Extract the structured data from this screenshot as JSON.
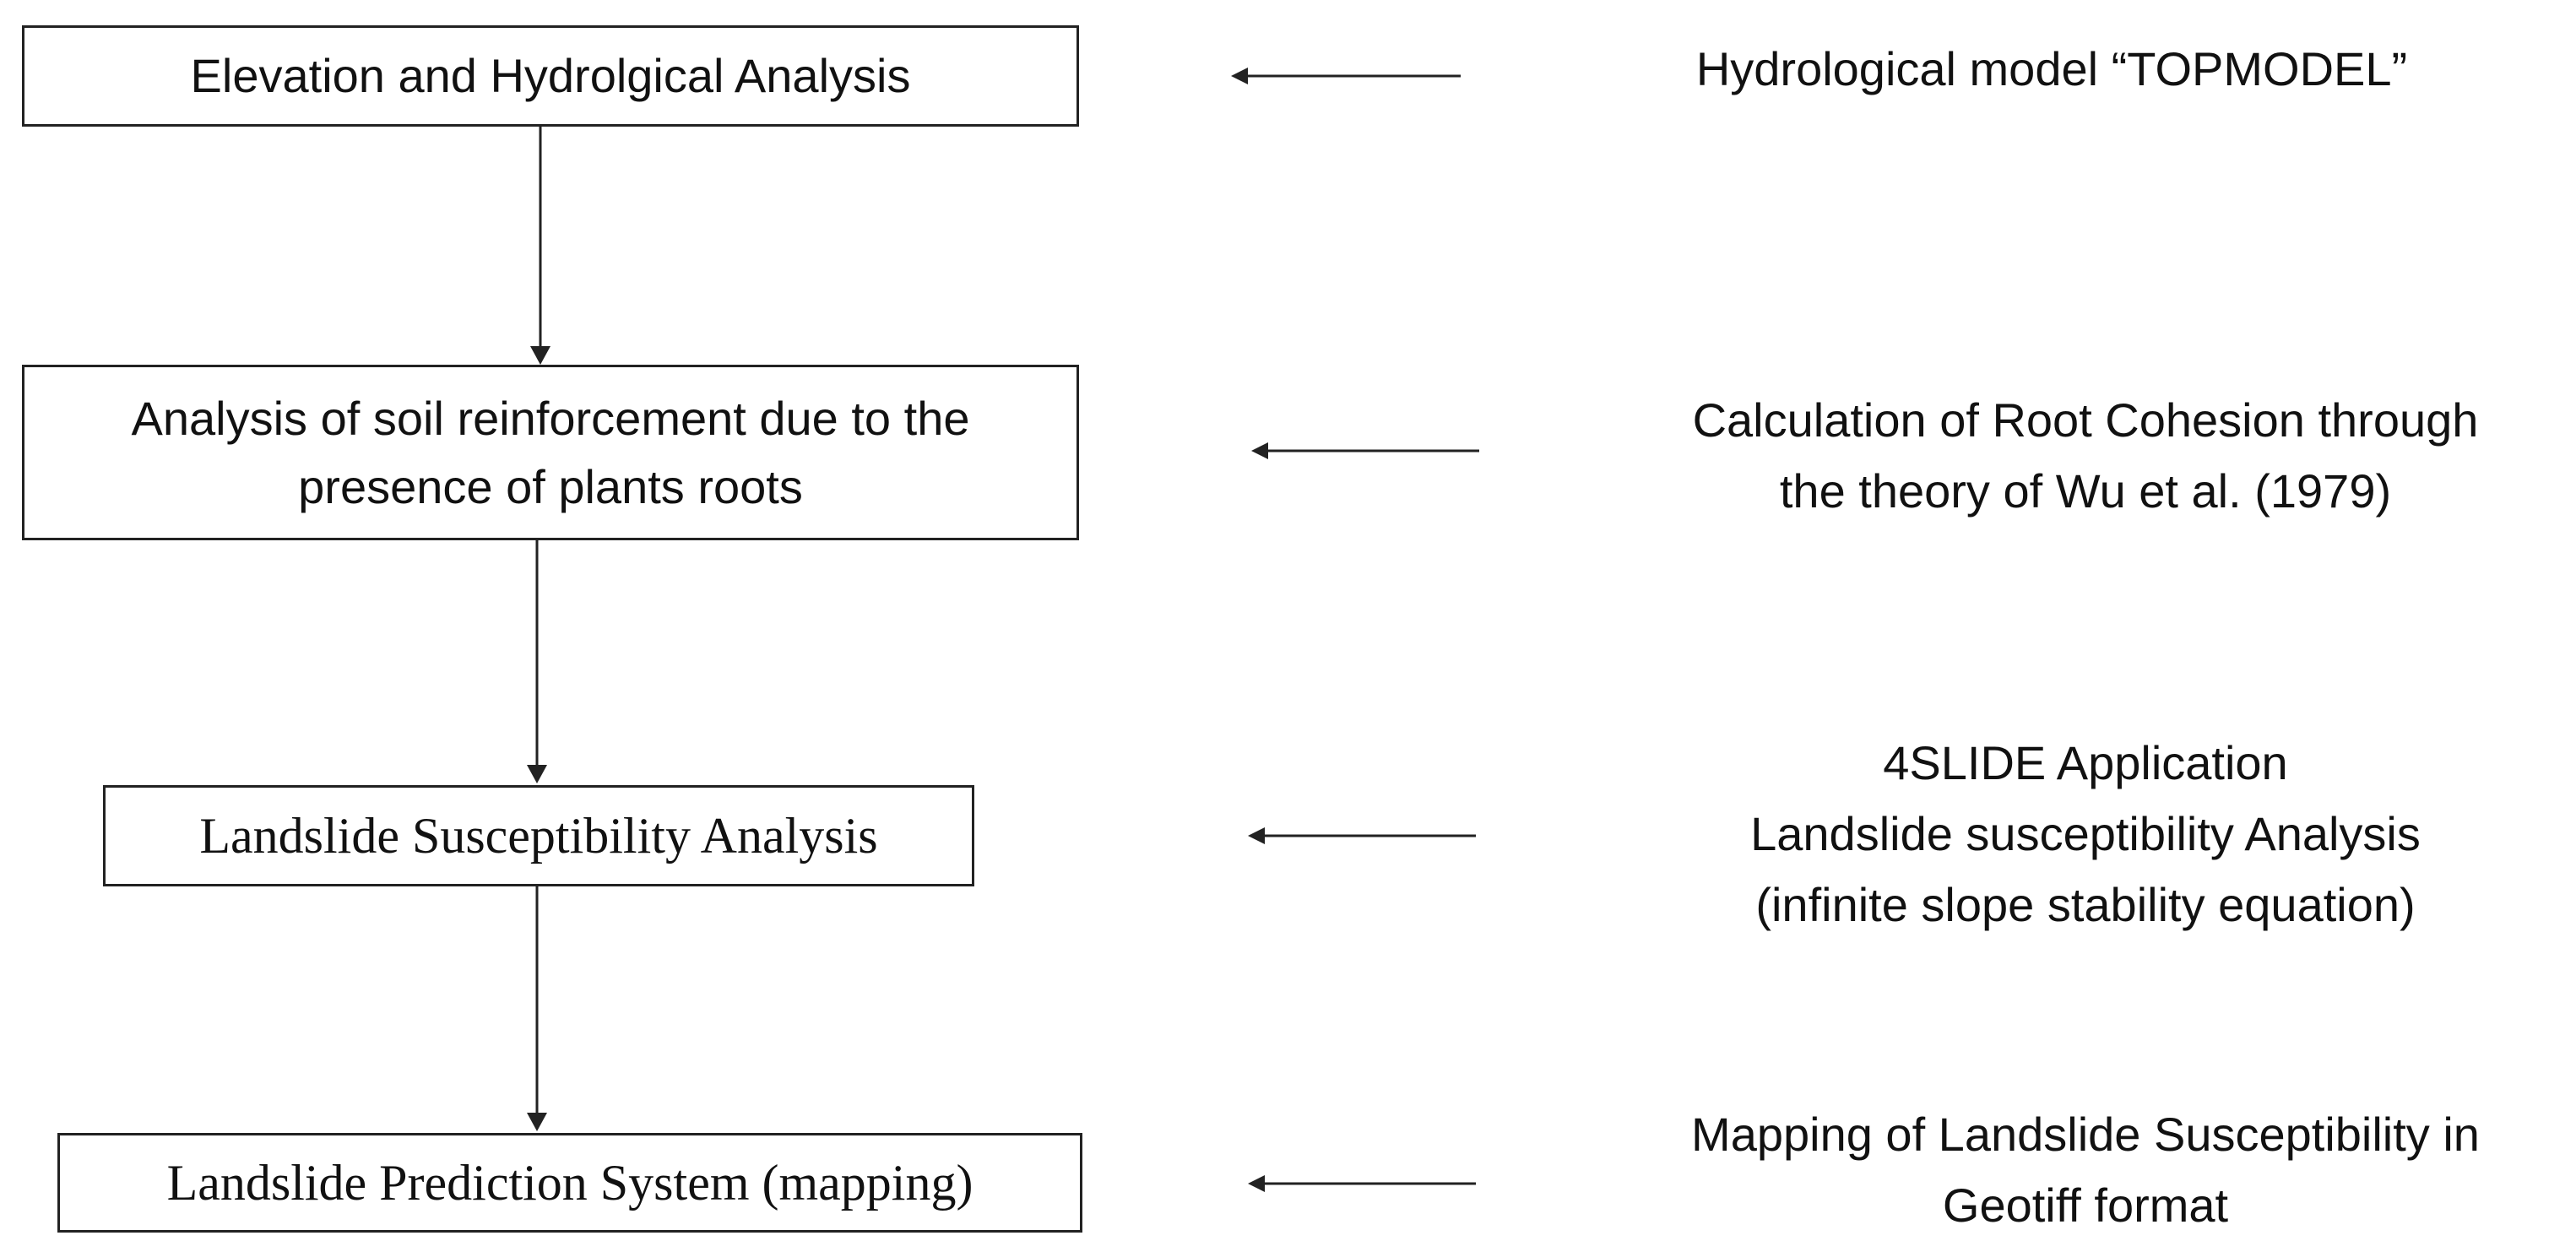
{
  "steps": [
    {
      "lines": [
        "Elevation and Hydrolgical Analysis"
      ]
    },
    {
      "lines": [
        "Analysis of soil reinforcement due to the",
        "presence of plants roots"
      ]
    },
    {
      "lines": [
        "Landslide Susceptibility Analysis"
      ]
    },
    {
      "lines": [
        "Landslide Prediction System (mapping)"
      ]
    }
  ],
  "notes": [
    {
      "lines": [
        "Hydrological model “TOPMODEL”"
      ]
    },
    {
      "lines": [
        "Calculation of Root Cohesion through",
        "the theory of Wu et al. (1979)"
      ]
    },
    {
      "lines": [
        "4SLIDE Application",
        "Landslide susceptibility Analysis",
        "(infinite slope stability equation)"
      ]
    },
    {
      "lines": [
        "Mapping of Landslide Susceptibility in",
        "Geotiff format"
      ]
    }
  ]
}
